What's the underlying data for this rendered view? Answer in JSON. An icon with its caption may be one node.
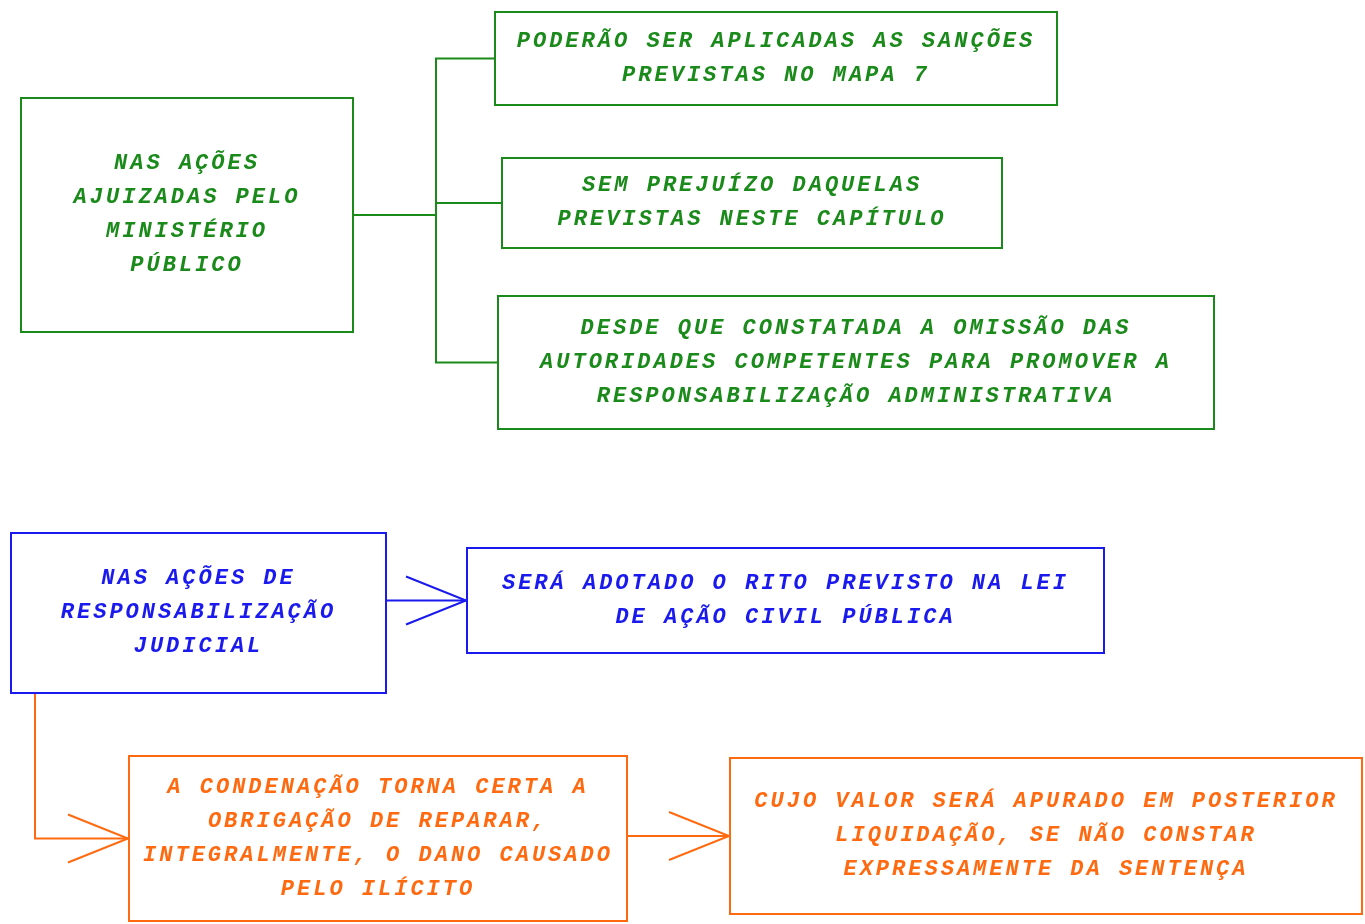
{
  "diagram": {
    "nodes": [
      {
        "text": [
          "NAS AÇÕES AJUIZADAS PELO MINISTÉRIO PÚBLICO"
        ]
      },
      {
        "text": [
          "PODERÃO SER APLICADAS AS SANÇÕES PREVISTAS NO MAPA 7"
        ]
      },
      {
        "text": [
          "SEM PREJUÍZO DAQUELAS PREVISTAS NESTE CAPÍTULO"
        ]
      },
      {
        "text": [
          "DESDE QUE CONSTATADA A OMISSÃO DAS AUTORIDADES COMPETENTES PARA PROMOVER A RESPONSABILIZAÇÃO ADMINISTRATIVA"
        ]
      },
      {
        "text": [
          "NAS AÇÕES DE RESPONSABILIZAÇÃO JUDICIAL"
        ]
      },
      {
        "text": [
          "SERÁ ADOTADO O RITO PREVISTO NA LEI DE AÇÃO CIVIL PÚBLICA"
        ]
      },
      {
        "text": [
          "A CONDENAÇÃO TORNA CERTA A OBRIGAÇÃO DE REPARAR, INTEGRALMENTE, O DANO CAUSADO PELO ILÍCITO"
        ]
      },
      {
        "text": [
          "CUJO VALOR SERÁ APURADO EM POSTERIOR LIQUIDAÇÃO, SE NÃO CONSTAR EXPRESSAMENTE DA SENTENÇA"
        ]
      }
    ],
    "edges": [
      {
        "from": 0,
        "to": 1,
        "arrow": "none",
        "color": "#1a8a1a"
      },
      {
        "from": 0,
        "to": 2,
        "arrow": "none",
        "color": "#1a8a1a"
      },
      {
        "from": 0,
        "to": 3,
        "arrow": "none",
        "color": "#1a8a1a"
      },
      {
        "from": 4,
        "to": 5,
        "arrow": "to",
        "color": "#1a1aee"
      },
      {
        "from": 4,
        "to": 6,
        "arrow": "to",
        "color": "#ff6a10"
      },
      {
        "from": 6,
        "to": 7,
        "arrow": "to",
        "color": "#ff6a10"
      }
    ]
  }
}
